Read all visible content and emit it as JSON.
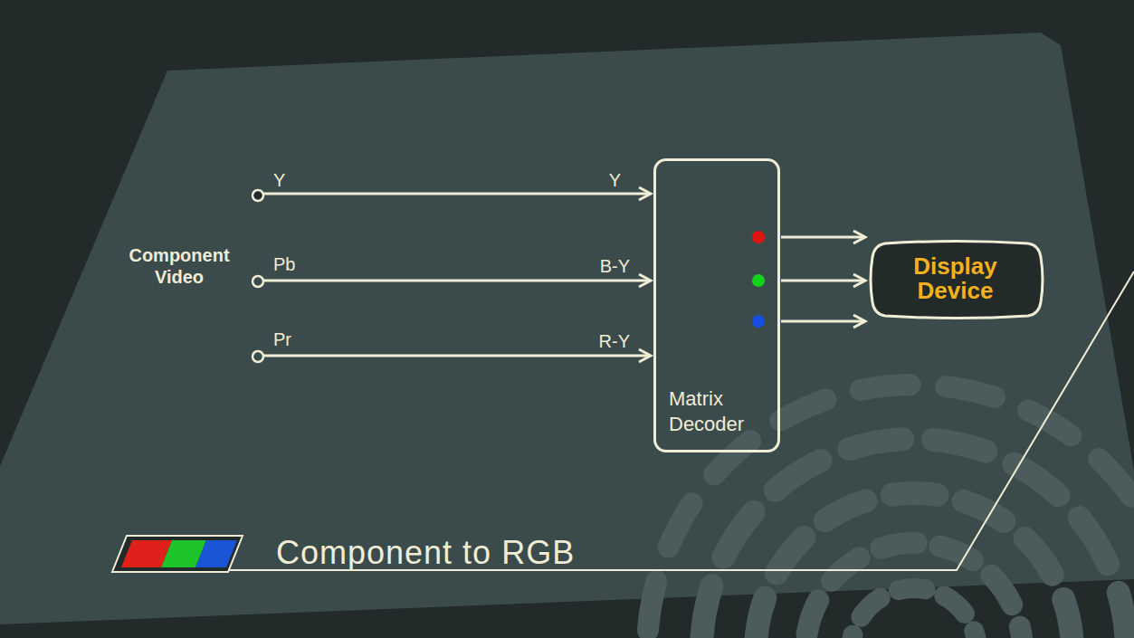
{
  "diagram": {
    "title": "Component to RGB",
    "nodes": [
      {
        "text": [
          "Matrix Decoder"
        ]
      },
      {
        "text": [
          "Display Device"
        ]
      }
    ],
    "edges": [
      {
        "from": 0,
        "to": 1,
        "arrow": "to"
      },
      {
        "from": 0,
        "to": 1,
        "arrow": "to"
      },
      {
        "from": 0,
        "to": 1,
        "arrow": "to"
      }
    ],
    "labels": [
      "Component Video",
      "Y",
      "Pb",
      "Pr",
      "Y",
      "B-Y",
      "R-Y"
    ]
  }
}
